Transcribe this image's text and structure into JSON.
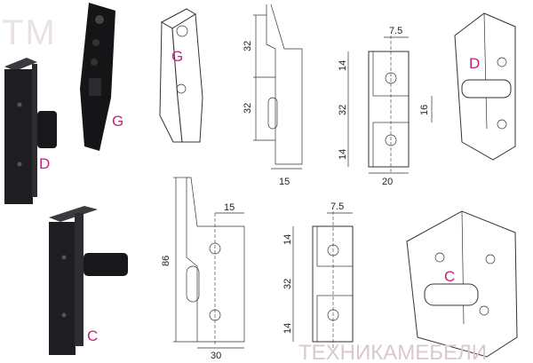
{
  "watermark": {
    "logo": "TM",
    "text": "ТЕХНИКАМЕБЕЛИ"
  },
  "labels": {
    "g1": "G",
    "g2": "G",
    "d1": "D",
    "d2": "D",
    "c1": "C",
    "c2": "C"
  },
  "dimensions": {
    "g_side_upper": "32",
    "g_side_lower": "32",
    "g_side_width": "15",
    "d_front_top": "7.5",
    "d_front_upper": "14",
    "d_front_mid": "32",
    "d_front_lower": "14",
    "d_front_slot": "16",
    "d_front_width": "20",
    "c_side_height": "86",
    "c_side_top": "15",
    "c_side_width": "30",
    "c_front_top": "7.5",
    "c_front_upper": "14",
    "c_front_mid": "32",
    "c_front_lower": "14"
  },
  "colors": {
    "label": "#c2247a",
    "part": "#1e1e22"
  }
}
